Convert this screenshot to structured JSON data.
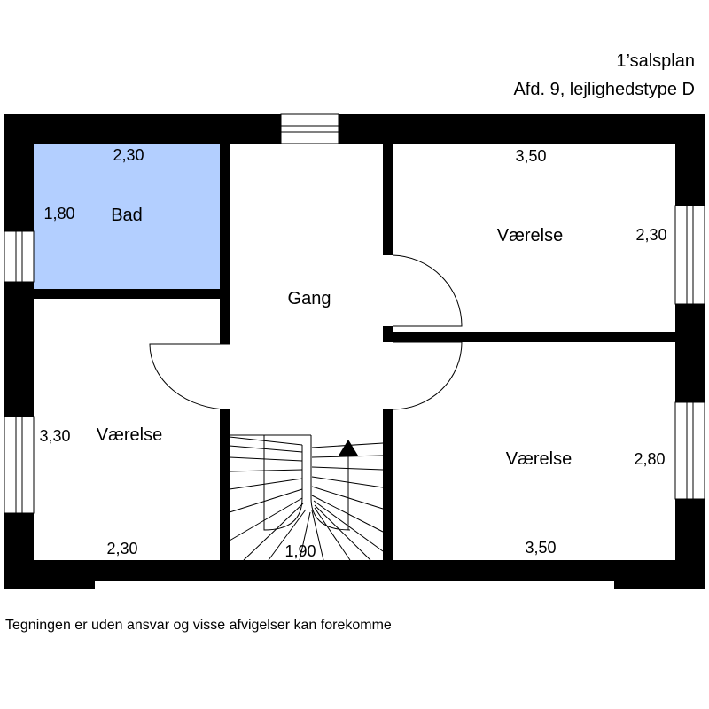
{
  "header": {
    "title": "1’salsplan",
    "subtitle": "Afd. 9, lejlighedstype D"
  },
  "rooms": {
    "bad": "Bad",
    "gang": "Gang",
    "vaerelse_upper_right": "Værelse",
    "vaerelse_lower_left": "Værelse",
    "vaerelse_lower_right": "Værelse"
  },
  "dimensions": {
    "bad_width": "2,30",
    "bad_height": "1,80",
    "upper_right_width": "3,50",
    "upper_right_height": "2,30",
    "lower_left_height": "3,30",
    "lower_left_width": "2,30",
    "stair_width": "1,90",
    "lower_right_width": "3,50",
    "lower_right_height": "2,80"
  },
  "colors": {
    "wall": "#000000",
    "bathroom_fill": "#b3cfff",
    "background": "#ffffff"
  },
  "footer": {
    "disclaimer": "Tegningen er uden ansvar og visse afvigelser kan forekomme"
  }
}
